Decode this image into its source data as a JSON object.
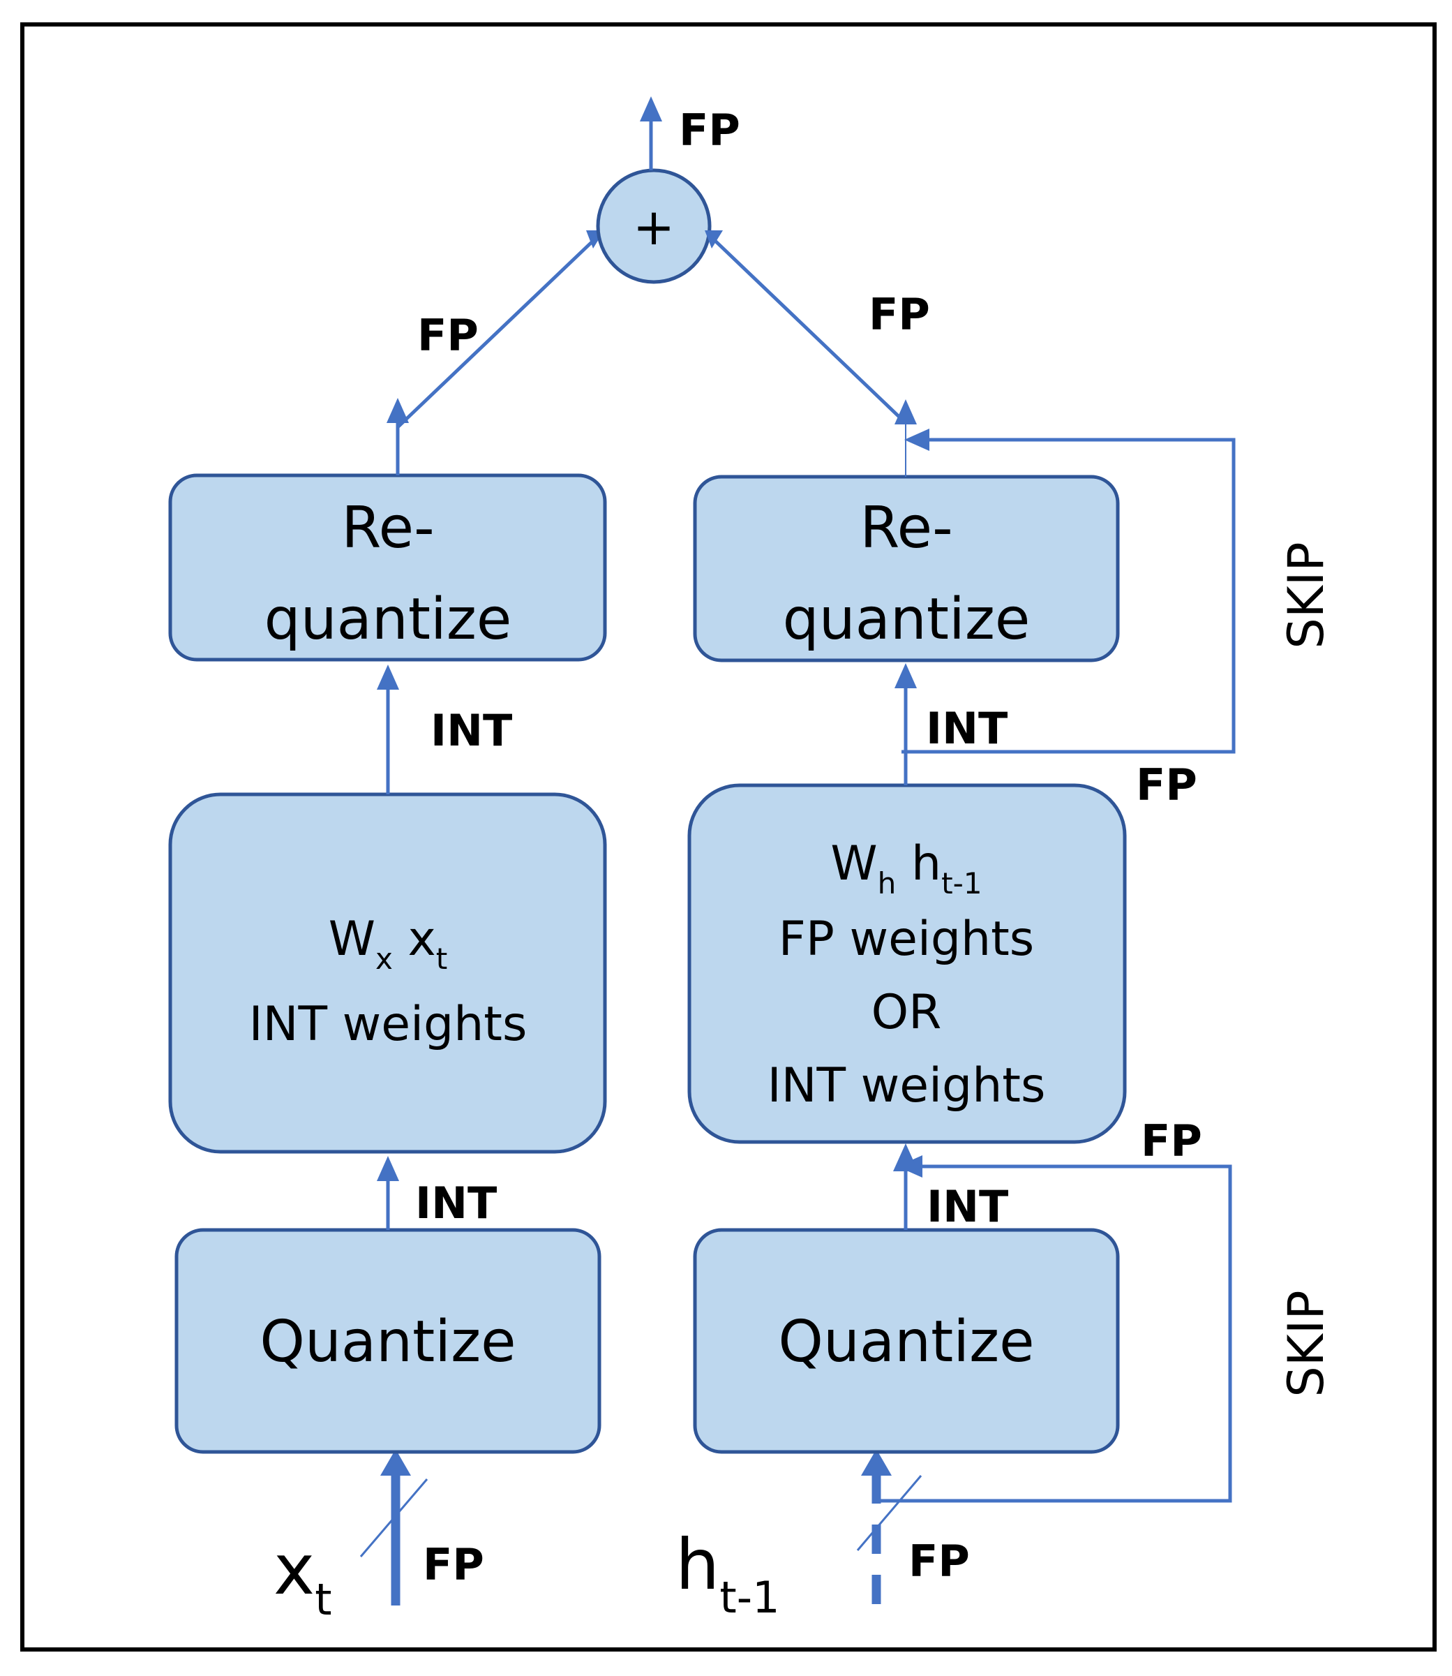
{
  "sum_node": {
    "symbol": "+"
  },
  "left_path": {
    "input": {
      "base": "x",
      "sub": "t"
    },
    "input_type": "FP",
    "quantize_label": "Quantize",
    "quantize_out_type": "INT",
    "matmul": {
      "w_base": "W",
      "w_sub": "x",
      "x_base": "x",
      "x_sub": "t",
      "weights_label": "INT weights"
    },
    "matmul_out_type": "INT",
    "requantize": {
      "line1": "Re-",
      "line2": "quantize"
    },
    "requantize_out_type": "FP"
  },
  "right_path": {
    "input": {
      "base": "h",
      "sub": "t-1"
    },
    "input_type": "FP",
    "quantize_label": "Quantize",
    "quantize_out_type": "INT",
    "skip_lower": {
      "label": "SKIP",
      "type": "FP"
    },
    "matmul": {
      "w_base": "W",
      "w_sub": "h",
      "h_base": "h",
      "h_sub": "t-1",
      "line2": "FP weights",
      "line3": "OR",
      "line4": "INT weights"
    },
    "matmul_out_type": "INT",
    "skip_upper": {
      "label": "SKIP",
      "type": "FP"
    },
    "requantize": {
      "line1": "Re-",
      "line2": "quantize"
    },
    "requantize_out_type": "FP"
  },
  "output_type": "FP",
  "colors": {
    "box_fill": "#bdd7ee",
    "box_stroke": "#2f5597",
    "wire": "#4472c4",
    "frame": "#000000"
  }
}
